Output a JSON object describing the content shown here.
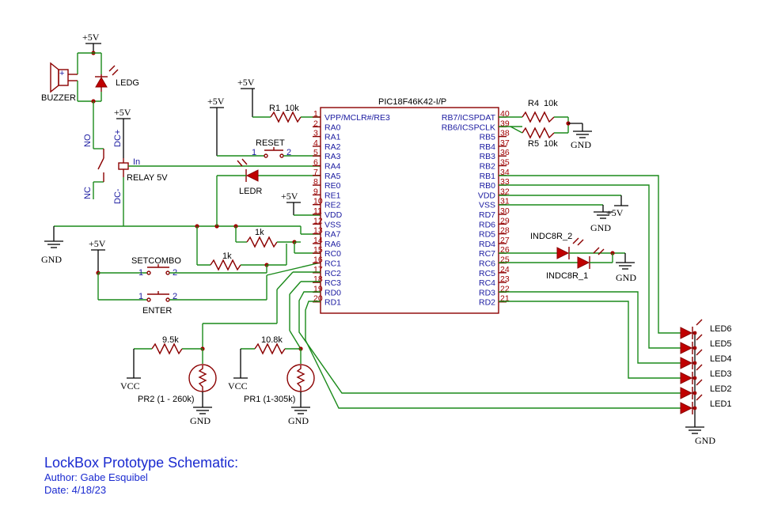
{
  "title_block": {
    "title": "LockBox Prototype Schematic:",
    "author": "Author: Gabe Esquibel",
    "date": "Date: 4/18/23"
  },
  "ic": {
    "name": "PIC18F46K42-I/P",
    "left_pins": [
      {
        "num": "1",
        "name": "VPP/MCLR#/RE3"
      },
      {
        "num": "2",
        "name": "RA0"
      },
      {
        "num": "3",
        "name": "RA1"
      },
      {
        "num": "4",
        "name": "RA2"
      },
      {
        "num": "5",
        "name": "RA3"
      },
      {
        "num": "6",
        "name": "RA4"
      },
      {
        "num": "7",
        "name": "RA5"
      },
      {
        "num": "8",
        "name": "RE0"
      },
      {
        "num": "9",
        "name": "RE1"
      },
      {
        "num": "10",
        "name": "RE2"
      },
      {
        "num": "11",
        "name": "VDD"
      },
      {
        "num": "12",
        "name": "VSS"
      },
      {
        "num": "13",
        "name": "RA7"
      },
      {
        "num": "14",
        "name": "RA6"
      },
      {
        "num": "15",
        "name": "RC0"
      },
      {
        "num": "16",
        "name": "RC1"
      },
      {
        "num": "17",
        "name": "RC2"
      },
      {
        "num": "18",
        "name": "RC3"
      },
      {
        "num": "19",
        "name": "RD0"
      },
      {
        "num": "20",
        "name": "RD1"
      }
    ],
    "right_pins": [
      {
        "num": "40",
        "name": "RB7/ICSPDAT"
      },
      {
        "num": "39",
        "name": "RB6/ICSPCLK"
      },
      {
        "num": "38",
        "name": "RB5"
      },
      {
        "num": "37",
        "name": "RB4"
      },
      {
        "num": "36",
        "name": "RB3"
      },
      {
        "num": "35",
        "name": "RB2"
      },
      {
        "num": "34",
        "name": "RB1"
      },
      {
        "num": "33",
        "name": "RB0"
      },
      {
        "num": "32",
        "name": "VDD"
      },
      {
        "num": "31",
        "name": "VSS"
      },
      {
        "num": "30",
        "name": "RD7"
      },
      {
        "num": "29",
        "name": "RD6"
      },
      {
        "num": "28",
        "name": "RD5"
      },
      {
        "num": "27",
        "name": "RD4"
      },
      {
        "num": "26",
        "name": "RC7"
      },
      {
        "num": "25",
        "name": "RC6"
      },
      {
        "num": "24",
        "name": "RC5"
      },
      {
        "num": "23",
        "name": "RC4"
      },
      {
        "num": "22",
        "name": "RD3"
      },
      {
        "num": "21",
        "name": "RD2"
      }
    ]
  },
  "labels": {
    "p5v_top": "+5V",
    "p5v_relay": "+5V",
    "p5v_reset": "+5V",
    "p5v_r1": "+5V",
    "p5v_vdd": "+5V",
    "p5v_sw": "+5V",
    "p5v_vdd_r": "+5V",
    "buzzer": "BUZZER",
    "buzzer_plus": "+",
    "ledg": "LEDG",
    "relay_no": "NO",
    "relay_nc": "NC",
    "relay_dcp": "DC+",
    "relay_dcm": "DC-",
    "relay_in": "In",
    "relay": "RELAY 5V",
    "r1": "R1",
    "r1_val": "10k",
    "reset": "RESET",
    "sw_1": "1",
    "sw_2": "2",
    "ledr": "LEDR",
    "r_1k_a": "1k",
    "r_1k_b": "1k",
    "setcombo": "SETCOMBO",
    "enter": "ENTER",
    "sc_1": "1",
    "sc_2": "2",
    "en_1": "1",
    "en_2": "2",
    "r4": "R4",
    "r4_val": "10k",
    "r5": "R5",
    "r5_val": "10k",
    "gnd": "GND",
    "indc_2": "INDC8R_2",
    "indc_1": "INDC8R_1",
    "r_9k5": "9.5k",
    "r_10k8": "10.8k",
    "vcc": "VCC",
    "pr2": "PR2 (1 - 260k)",
    "pr1": "PR1 (1-305k)",
    "leds": [
      "LED6",
      "LED5",
      "LED4",
      "LED3",
      "LED2",
      "LED1"
    ]
  }
}
